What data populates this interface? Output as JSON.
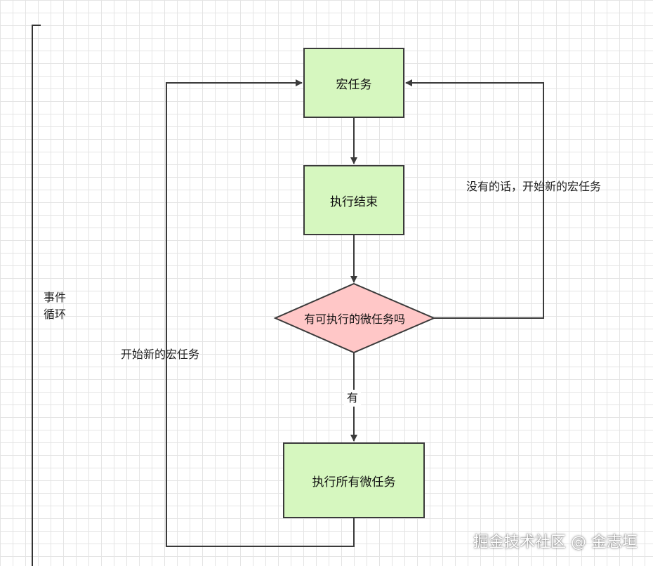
{
  "diagram": {
    "nodes": {
      "macro_task": "宏任务",
      "execution_end": "执行结束",
      "has_microtasks": "有可执行的微任务吗",
      "run_all_microtasks": "执行所有微任务"
    },
    "edge_labels": {
      "yes": "有",
      "no_start_new": "没有的话，开始新的宏任务",
      "start_new": "开始新的宏任务"
    },
    "bracket_label": [
      "事件",
      "循环"
    ],
    "colors": {
      "task_fill": "#d6f7bf",
      "decision_fill": "#ffc7c7",
      "stroke": "#3a3a3a",
      "grid": "#e4e4e4"
    }
  },
  "watermark": "掘金技术社区 @ 金志垣"
}
